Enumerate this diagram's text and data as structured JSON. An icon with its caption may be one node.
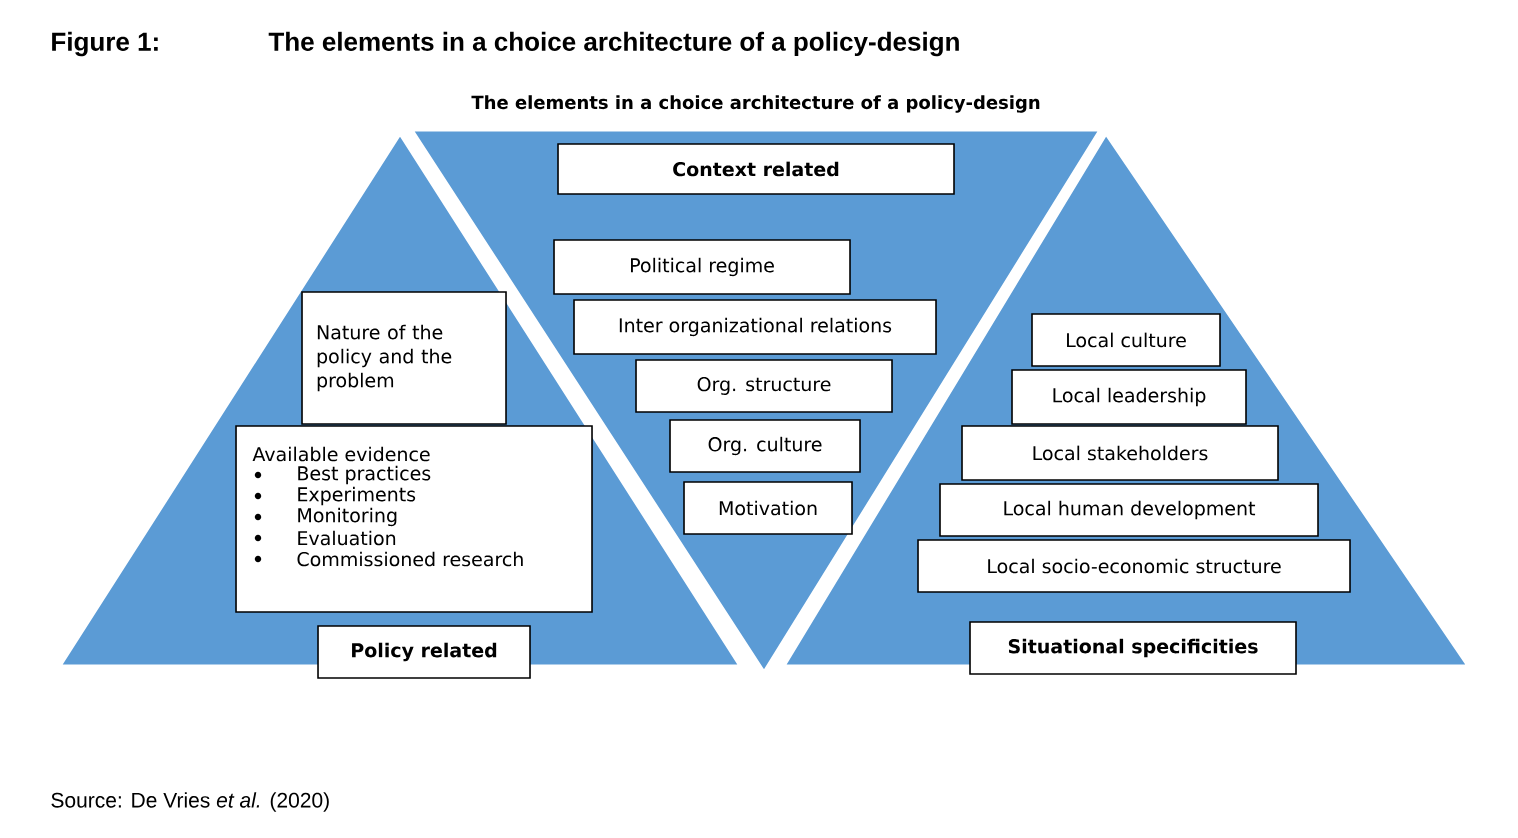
{
  "diagram": {
    "title": "The elements in a choice architecture of a policy-design",
    "caption": "Source: De Vries *et al.* (2020)",
    "labels": [
      "Figure 1:",
      "The elements in a choice architecture of a policy-design"
    ],
    "nodes": [
      {
        "text": [],
        "shape": "triangle"
      },
      {
        "text": [],
        "shape": "triangle"
      },
      {
        "text": [],
        "shape": "triangle"
      },
      {
        "text": [
          "Context related"
        ],
        "in": 1
      },
      {
        "text": [
          "Political regime"
        ],
        "in": 1
      },
      {
        "text": [
          "Inter organizational relations"
        ],
        "in": 1
      },
      {
        "text": [
          "Nature of the policy and the problem"
        ],
        "in": 0
      },
      {
        "text": [
          "Org. structure"
        ],
        "in": 1
      },
      {
        "text": [
          "Org. culture"
        ],
        "in": 1
      },
      {
        "text": [
          "Motivation"
        ],
        "in": 1
      },
      {
        "text": [
          "Available evidence",
          "Best practices",
          "Experiments",
          "Monitoring",
          "Evaluation",
          "Commissioned research"
        ],
        "in": 0
      },
      {
        "text": [
          "Local culture"
        ],
        "in": 2
      },
      {
        "text": [
          "Local leadership"
        ],
        "in": 2
      },
      {
        "text": [
          "Local stakeholders"
        ],
        "in": 2
      },
      {
        "text": [
          "Local human development"
        ],
        "in": 2
      },
      {
        "text": [
          "Local socio-economic structure"
        ],
        "in": 2
      },
      {
        "text": [
          "Policy related"
        ],
        "in": 0
      },
      {
        "text": [
          "Situational specificities"
        ],
        "in": 2
      }
    ]
  }
}
